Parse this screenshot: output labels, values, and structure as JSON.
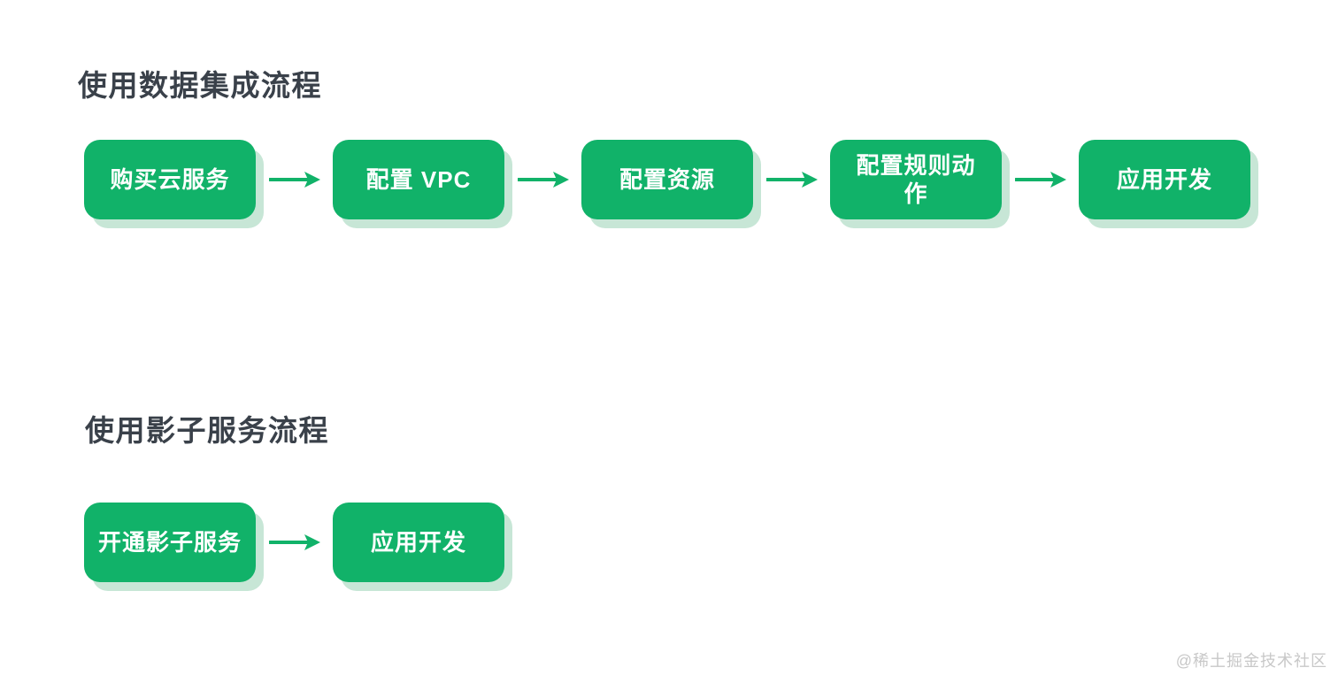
{
  "colors": {
    "node_green": "#11b269",
    "node_shadow_green": "#c7e6d6",
    "arrow_green": "#11b269",
    "title_text": "#3a414a",
    "node_text": "#ffffff",
    "watermark_text": "#c8c8c8",
    "background": "#ffffff"
  },
  "flows": [
    {
      "title": "使用数据集成流程",
      "steps": [
        "购买云服务",
        "配置 VPC",
        "配置资源",
        "配置规则动作",
        "应用开发"
      ]
    },
    {
      "title": "使用影子服务流程",
      "steps": [
        "开通影子服务",
        "应用开发"
      ]
    }
  ],
  "watermark": "@稀土掘金技术社区"
}
